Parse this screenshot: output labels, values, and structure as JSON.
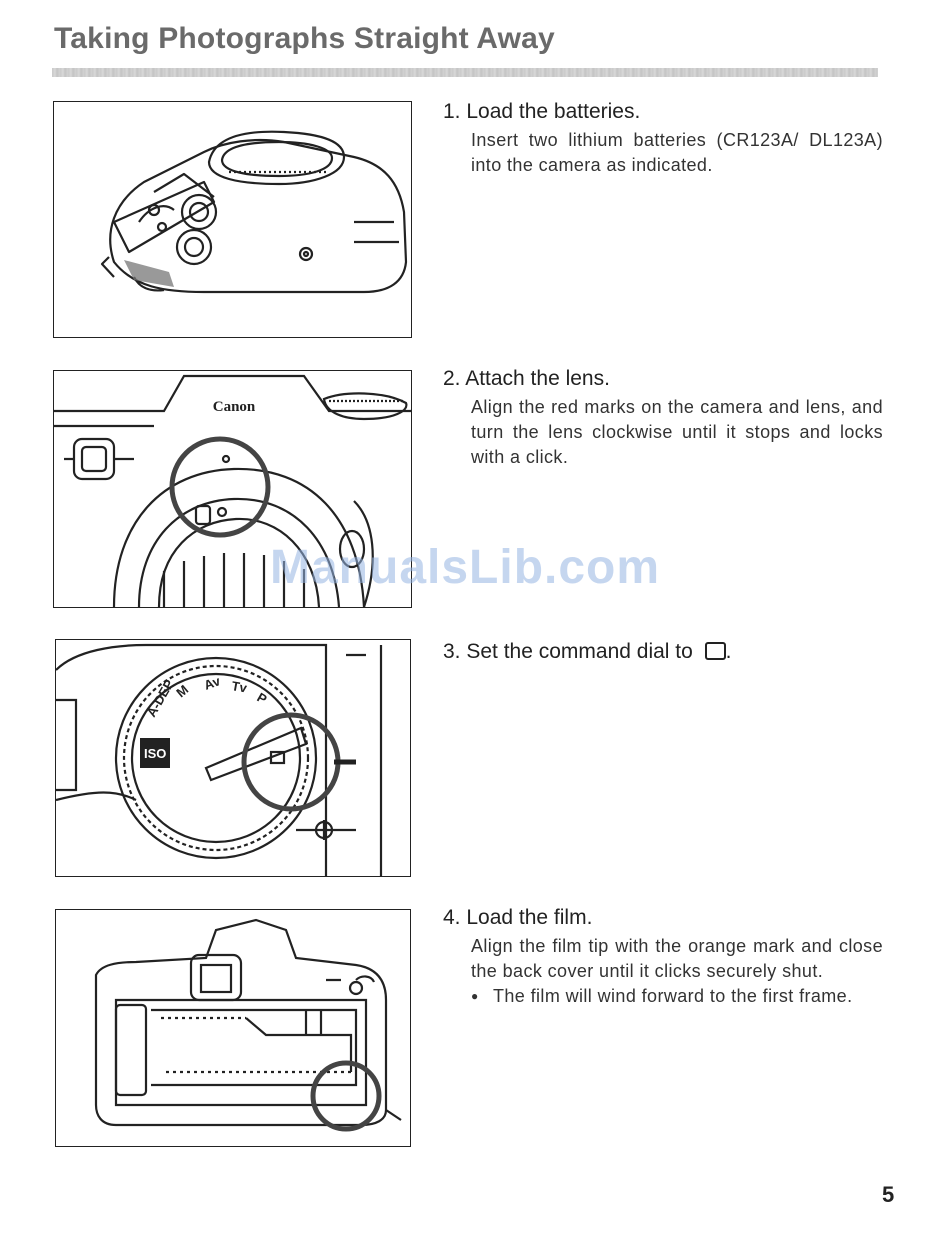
{
  "page": {
    "title": "Taking Photographs Straight Away",
    "page_number": "5",
    "watermark": "ManualsLib.com"
  },
  "steps": [
    {
      "heading": "1. Load the batteries.",
      "body": "Insert two lithium batteries (CR123A/ DL123A) into the camera as indicated.",
      "figure_labels": []
    },
    {
      "heading": "2. Attach the lens.",
      "body": "Align the red marks on the camera and lens, and turn the lens clockwise until it stops and locks with a click.",
      "figure_labels": [
        "Canon"
      ]
    },
    {
      "heading": "3. Set the command dial to",
      "heading_icon": "full-auto-square-icon",
      "heading_suffix": ".",
      "body": "",
      "figure_labels": [
        "ISO",
        "A-DEP",
        "M",
        "Av",
        "Tv",
        "P"
      ]
    },
    {
      "heading": "4. Load the film.",
      "body": "Align the film tip with the orange mark and close the back cover until it clicks securely shut.",
      "bullet": "The film will wind forward to the first frame.",
      "bullet_symbol": "●",
      "figure_labels": []
    }
  ],
  "colors": {
    "title": "#6a6a6a",
    "watermark": "#96b4e1"
  }
}
